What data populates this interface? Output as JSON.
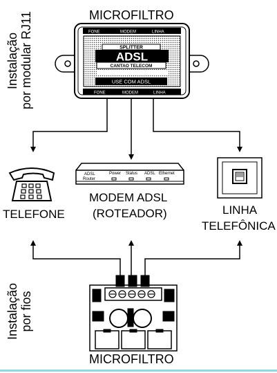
{
  "top": {
    "title": "MICROFILTRO",
    "side_caption_line1": "Instalação",
    "side_caption_line2": "por modular RJ11",
    "splitter": {
      "port_top_left": "FONE",
      "port_top_mid": "MODEM",
      "port_top_right": "LINHA",
      "port_bottom_left": "FONE",
      "port_bottom_mid": "MODEM",
      "port_bottom_right": "LINHA",
      "label_small": "SPLITTER",
      "label_big": "ADSL",
      "label_brand": "CANTAO TELECOM",
      "label_code": "USE COM ADSL"
    }
  },
  "devices": {
    "phone_label": "TELEFONE",
    "modem_label_line1": "MODEM ADSL",
    "modem_label_line2": "(ROTEADOR)",
    "line_label_line1": "LINHA",
    "line_label_line2": "TELEFÔNICA",
    "modem_panel": {
      "brand_line1": "ADSL",
      "brand_line2": "Router",
      "led1": "Power",
      "led2": "Status",
      "led3": "ADSL",
      "led4": "Ethernet"
    }
  },
  "bottom": {
    "title": "MICROFILTRO",
    "side_caption_line1": "Instalação",
    "side_caption_line2": "por fios"
  },
  "colors": {
    "line": "#000000",
    "rule": "#8fd8e6"
  }
}
